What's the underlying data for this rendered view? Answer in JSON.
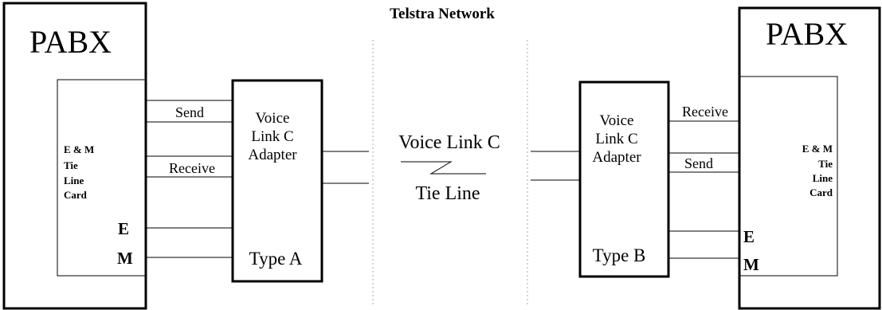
{
  "title": "Telstra Network",
  "left": {
    "pabx_label": "PABX",
    "card_lines": [
      "E & M",
      "Tie",
      "Line",
      "Card"
    ],
    "send_label": "Send",
    "receive_label": "Receive",
    "e_label": "E",
    "m_label": "M",
    "adapter_lines": [
      "Voice",
      "Link C",
      "Adapter"
    ],
    "adapter_type": "Type A"
  },
  "center": {
    "link_label": "Voice Link C",
    "tie_label": "Tie Line"
  },
  "right": {
    "pabx_label": "PABX",
    "card_lines": [
      "E & M",
      "Tie",
      "Line",
      "Card"
    ],
    "receive_label": "Receive",
    "send_label": "Send",
    "e_label": "E",
    "m_label": "M",
    "adapter_lines": [
      "Voice",
      "Link C",
      "Adapter"
    ],
    "adapter_type": "Type B"
  },
  "colors": {
    "line": "#000000",
    "divider": "#a8a8a8",
    "background": "#ffffff"
  }
}
